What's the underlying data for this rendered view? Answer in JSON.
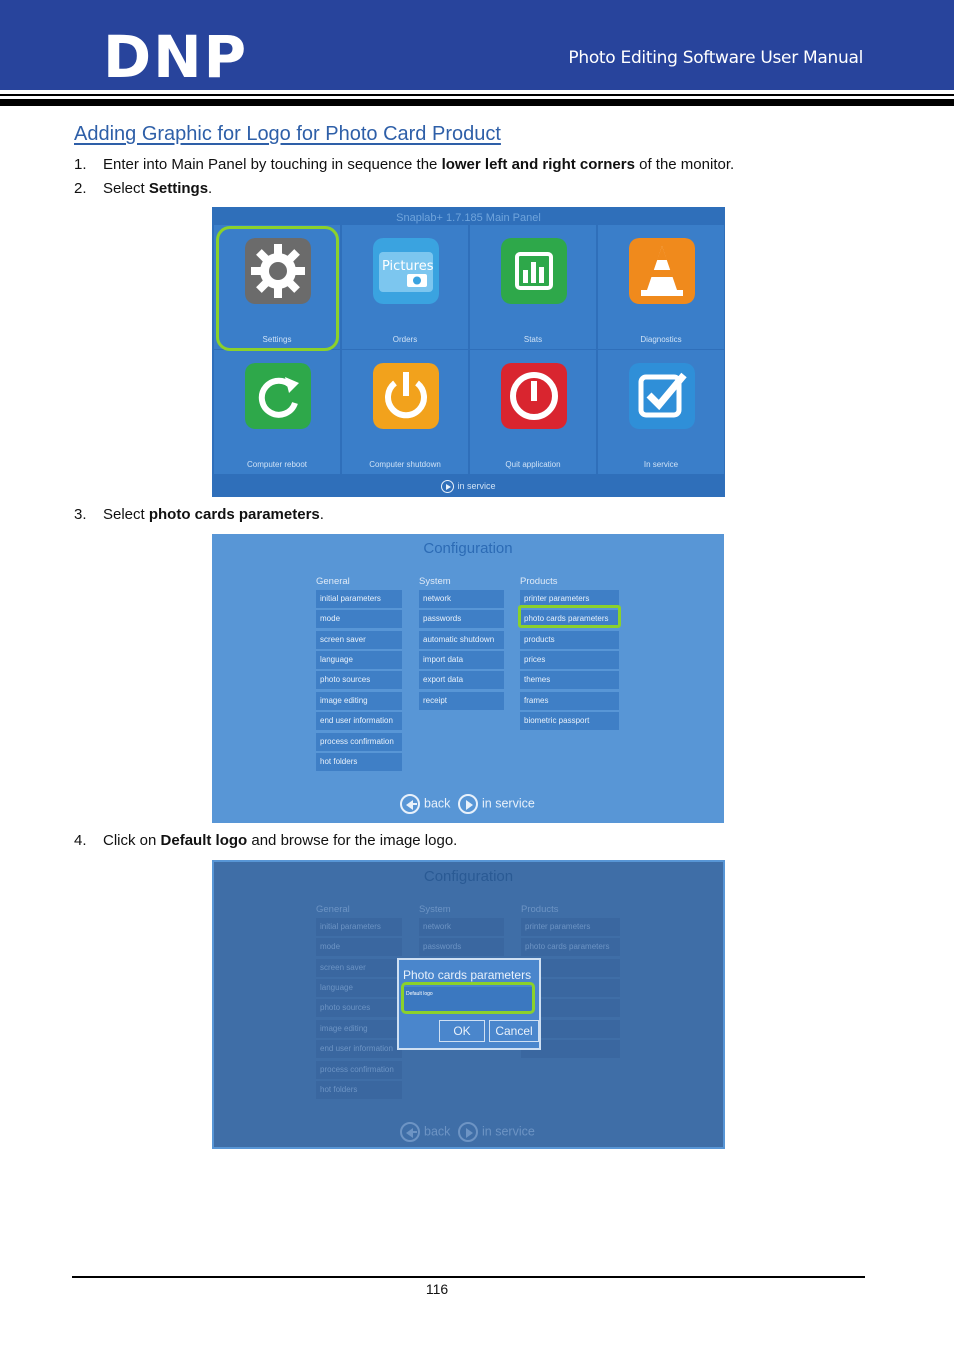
{
  "header": {
    "logo_text": "DNP",
    "doc_title": "Photo Editing Software User Manual"
  },
  "section": {
    "heading": "Adding Graphic for Logo for Photo Card Product"
  },
  "steps": [
    {
      "num": "1.",
      "pre": "Enter into Main Panel by touching in sequence the ",
      "bold": "lower left and right corners",
      "post": " of the monitor."
    },
    {
      "num": "2.",
      "pre": "Select ",
      "bold": "Settings",
      "post": "."
    },
    {
      "num": "3.",
      "pre": "Select ",
      "bold": "photo cards parameters",
      "post": "."
    },
    {
      "num": "4.",
      "pre": "Click on ",
      "bold": "Default logo",
      "post": " and browse for the image logo."
    }
  ],
  "main_panel": {
    "title": "Snaplab+ 1.7.185 Main Panel",
    "tiles": [
      {
        "label": "Settings",
        "icon": "gear-icon",
        "color": "#6b6b6b"
      },
      {
        "label": "Orders",
        "icon": "pictures-folder-icon",
        "color": "#3aa3e0"
      },
      {
        "label": "Stats",
        "icon": "bar-chart-icon",
        "color": "#2ea84a"
      },
      {
        "label": "Diagnostics",
        "icon": "traffic-cone-icon",
        "color": "#f08a1c"
      },
      {
        "label": "Computer reboot",
        "icon": "refresh-icon",
        "color": "#2ea84a"
      },
      {
        "label": "Computer shutdown",
        "icon": "power-icon",
        "color": "#f2a21c"
      },
      {
        "label": "Quit application",
        "icon": "stop-icon",
        "color": "#d9252f"
      },
      {
        "label": "In service",
        "icon": "checkmark-icon",
        "color": "#2f8fd8"
      }
    ],
    "footer": "in service"
  },
  "configuration": {
    "title": "Configuration",
    "columns": [
      {
        "heading": "General",
        "items": [
          "initial parameters",
          "mode",
          "screen saver",
          "language",
          "photo sources",
          "image editing",
          "end user information",
          "process confirmation",
          "hot folders"
        ]
      },
      {
        "heading": "System",
        "items": [
          "network",
          "passwords",
          "automatic shutdown",
          "import data",
          "export data",
          "receipt"
        ]
      },
      {
        "heading": "Products",
        "items": [
          "printer parameters",
          "photo cards parameters",
          "products",
          "prices",
          "themes",
          "frames",
          "biometric passport"
        ]
      }
    ],
    "back_label": "back",
    "in_service_label": "in service"
  },
  "dialog": {
    "title": "Photo cards parameters",
    "field_label": "Default logo",
    "ok_label": "OK",
    "cancel_label": "Cancel"
  },
  "colors": {
    "header_blue": "#28449c",
    "highlight_green": "#8bd12b",
    "heading_blue": "#2e5fa8"
  },
  "footer": {
    "page_number": "116"
  }
}
